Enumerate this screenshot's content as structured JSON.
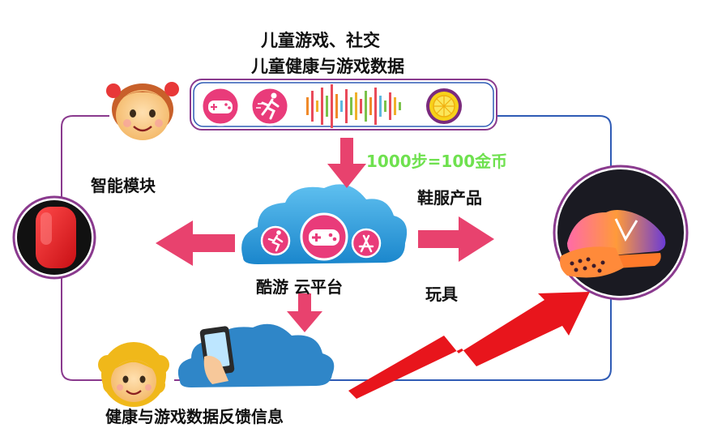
{
  "labels": {
    "title_line1": "儿童游戏、社交",
    "title_line2": "儿童健康与游戏数据",
    "steps_to_coins": "1000步=100金币",
    "smart_module": "智能模块",
    "shoes_products": "鞋服产品",
    "platform": "酷游 云平台",
    "toys": "玩具",
    "feedback": "健康与游戏数据反馈信息"
  },
  "colors": {
    "loop_purple": "#8a3a8e",
    "loop_blue": "#2f5bb5",
    "arrow_pink": "#e8426e",
    "growth_red": "#e8151c",
    "cloud_blue": "#2f97d8",
    "icon_pink": "#e93b7a",
    "green_text": "#6fe14f"
  },
  "icons": [
    "gamepad-icon",
    "running-icon",
    "sound-wave-icon",
    "lemon-icon",
    "app-store-icon",
    "phone-icon"
  ]
}
